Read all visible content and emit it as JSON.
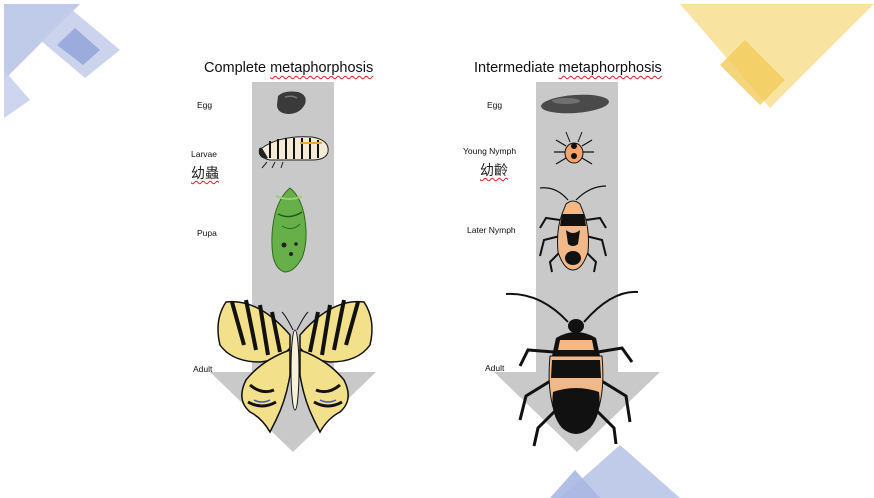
{
  "left": {
    "title_plain": "Complete ",
    "title_underlined": "metaphorphosis",
    "stages": {
      "egg": "Egg",
      "larvae": "Larvae",
      "larvae_chinese": "幼蟲",
      "pupa": "Pupa",
      "adult": "Adult"
    }
  },
  "right": {
    "title_plain": "Intermediate ",
    "title_underlined": "metaphorphosis",
    "stages": {
      "egg": "Egg",
      "young_nymph": "Young Nymph",
      "young_nymph_chinese": "幼齡",
      "later_nymph": "Later Nymph",
      "adult": "Adult"
    }
  },
  "colors": {
    "arrow": "#c8c8c8",
    "blue_deco": "#b7c3e6",
    "yellow_deco": "#f7df92",
    "spellcheck": "#d22222"
  }
}
